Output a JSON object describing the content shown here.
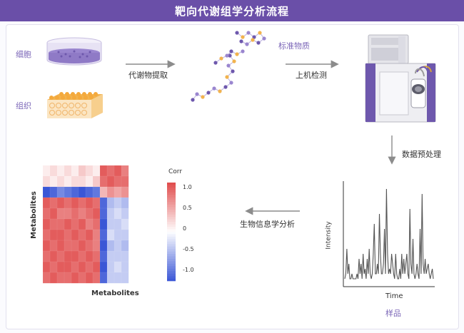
{
  "title": "靶向代谢组学分析流程",
  "colors": {
    "title_bg": "#6a4fa8",
    "accent_purple": "#7c67b8",
    "arrow": "#8c8c8c",
    "heat_red": "#e04a4a",
    "heat_blue": "#3a56d6"
  },
  "labels": {
    "cell": "细胞",
    "tissue": "组织",
    "extraction": "代谢物提取",
    "standard": "标准物质",
    "onboard": "上机检测",
    "preprocess": "数据预处理",
    "bioinfo": "生物信息学分析",
    "sample": "样品"
  },
  "icons": [
    "petri-dish-icon",
    "tissue-block-icon",
    "molecule-icon",
    "mass-spectrometer-icon"
  ],
  "heatmap": {
    "legend_title": "Corr",
    "legend_ticks": [
      "1.0",
      "0.5",
      "0",
      "-0.5",
      "-1.0"
    ],
    "x_label": "Metabolites",
    "y_label": "Metabolites",
    "rows": [
      [
        0.1,
        0.2,
        0.1,
        0.2,
        0.1,
        0.3,
        0.2,
        0.1,
        0.9,
        0.8,
        0.9,
        0.7
      ],
      [
        0.2,
        0.1,
        0.2,
        0.1,
        0.2,
        0.2,
        0.1,
        0.3,
        0.8,
        0.9,
        0.8,
        0.8
      ],
      [
        -1,
        -0.9,
        -0.7,
        -0.8,
        -0.9,
        -1,
        -0.9,
        -0.8,
        0.4,
        0.6,
        0.5,
        0.6
      ],
      [
        0.9,
        0.8,
        0.9,
        0.8,
        0.9,
        0.8,
        0.9,
        0.8,
        -0.9,
        -0.4,
        -0.3,
        -0.4
      ],
      [
        0.8,
        0.9,
        0.7,
        0.7,
        0.8,
        0.7,
        0.8,
        0.9,
        -0.9,
        -0.3,
        -0.2,
        -0.3
      ],
      [
        0.9,
        0.8,
        0.8,
        0.9,
        0.8,
        0.9,
        0.7,
        0.8,
        -1,
        -0.3,
        -0.3,
        -0.2
      ],
      [
        0.8,
        0.9,
        0.9,
        0.8,
        0.9,
        0.8,
        0.9,
        0.7,
        -0.9,
        -0.2,
        -0.3,
        -0.3
      ],
      [
        0.9,
        0.8,
        0.9,
        0.8,
        0.8,
        0.9,
        0.8,
        0.7,
        -1,
        -0.4,
        -0.3,
        -0.4
      ],
      [
        0.8,
        0.9,
        0.8,
        0.9,
        0.9,
        0.8,
        0.9,
        0.8,
        -0.9,
        -0.3,
        -0.3,
        -0.3
      ],
      [
        0.9,
        0.8,
        0.9,
        0.9,
        0.8,
        0.9,
        0.8,
        0.9,
        -1,
        -0.3,
        -0.2,
        -0.3
      ],
      [
        0.8,
        0.9,
        0.8,
        0.8,
        0.9,
        0.8,
        0.9,
        0.8,
        -0.9,
        -0.3,
        -0.3,
        -0.3
      ]
    ]
  },
  "chromatogram": {
    "x_label": "Time",
    "y_label": "Intensity",
    "values": [
      0.05,
      0.1,
      0.35,
      0.1,
      0.2,
      0.05,
      0.05,
      0.1,
      0.05,
      0.05,
      0.05,
      0.05,
      0.1,
      0.05,
      0.25,
      0.1,
      0.2,
      0.05,
      0.3,
      0.1,
      0.15,
      0.05,
      0.25,
      0.1,
      0.35,
      0.1,
      0.05,
      0.1,
      0.3,
      0.6,
      0.1,
      0.1,
      0.2,
      0.1,
      0.7,
      0.3,
      0.1,
      0.1,
      0.2,
      0.55,
      0.1,
      0.95,
      0.3,
      0.1,
      0.15,
      0.1,
      0.3,
      0.2,
      0.1,
      0.05,
      0.3,
      0.1,
      0.05,
      0.05,
      0.15,
      0.05,
      0.3,
      0.1,
      0.25,
      0.1,
      0.2,
      0.3,
      0.1,
      0.05,
      0.75,
      0.2,
      0.1,
      0.45,
      0.1,
      0.05,
      0.1,
      0.2,
      0.1,
      0.05,
      0.55,
      0.1,
      0.9,
      0.2,
      0.1,
      0.25,
      0.1,
      0.15,
      0.2,
      0.1,
      0.05,
      0.1,
      0.15,
      0.05
    ]
  }
}
